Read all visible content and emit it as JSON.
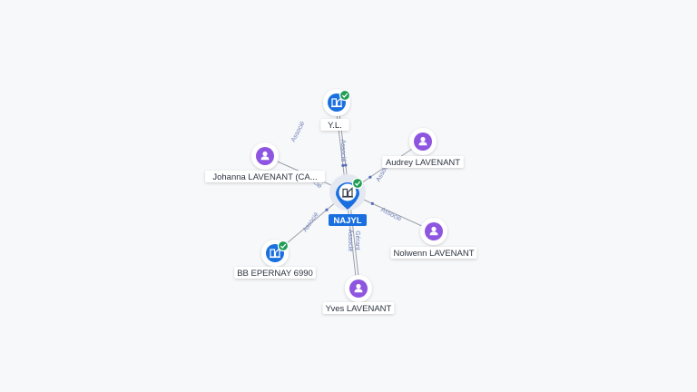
{
  "graph": {
    "center": {
      "label": "NAJYL",
      "type": "company",
      "verified": true
    },
    "nodes": [
      {
        "id": "yl",
        "label": "Y.L.",
        "type": "company",
        "verified": true
      },
      {
        "id": "johanna",
        "label": "Johanna LAVENANT (CA...",
        "type": "person"
      },
      {
        "id": "audrey",
        "label": "Audrey LAVENANT",
        "type": "person"
      },
      {
        "id": "bb",
        "label": "BB EPERNAY 6990",
        "type": "company",
        "verified": true
      },
      {
        "id": "nolwenn",
        "label": "Nolwenn LAVENANT",
        "type": "person"
      },
      {
        "id": "yves",
        "label": "Yves LAVENANT",
        "type": "person"
      }
    ],
    "edges": [
      {
        "from": "yl",
        "labels": [
          "Associé",
          "Associé"
        ]
      },
      {
        "from": "johanna",
        "labels": [
          "Associé"
        ]
      },
      {
        "from": "audrey",
        "labels": [
          "Associé"
        ]
      },
      {
        "from": "bb",
        "labels": [
          "Associé"
        ]
      },
      {
        "from": "nolwenn",
        "labels": [
          "Associé"
        ]
      },
      {
        "from": "yves",
        "labels": [
          "Gérant",
          "Associé"
        ]
      }
    ]
  },
  "colors": {
    "person": "#8e56e0",
    "company": "#1a6fe0",
    "center": "#1a6fe0",
    "verified": "#1f9d55",
    "edge": "#9aa0aa"
  },
  "icons": {
    "person": "person-icon",
    "company": "building-icon",
    "verified": "check-badge-icon"
  }
}
